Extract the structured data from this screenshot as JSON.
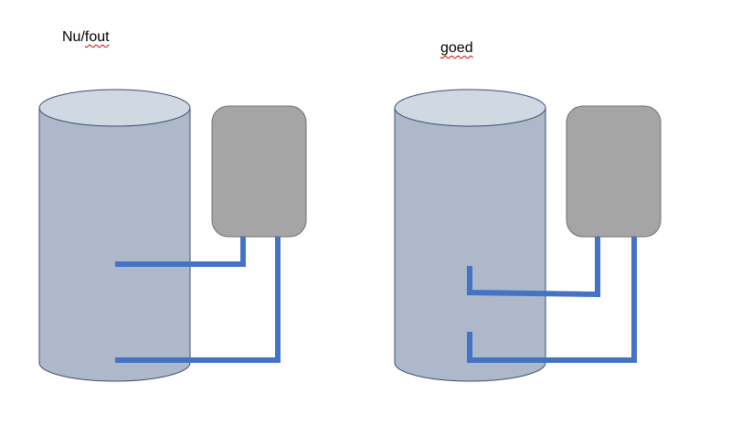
{
  "labels": {
    "left_prefix": "Nu/",
    "left_word": "fout",
    "right_word": "goed"
  },
  "colors": {
    "tank_body": "#adb9ca",
    "tank_top": "#d0d8e2",
    "tank_outline": "#3c4f72",
    "unit_fill": "#a5a5a5",
    "unit_outline": "#6f6f6f",
    "pipe": "#4472c4"
  }
}
